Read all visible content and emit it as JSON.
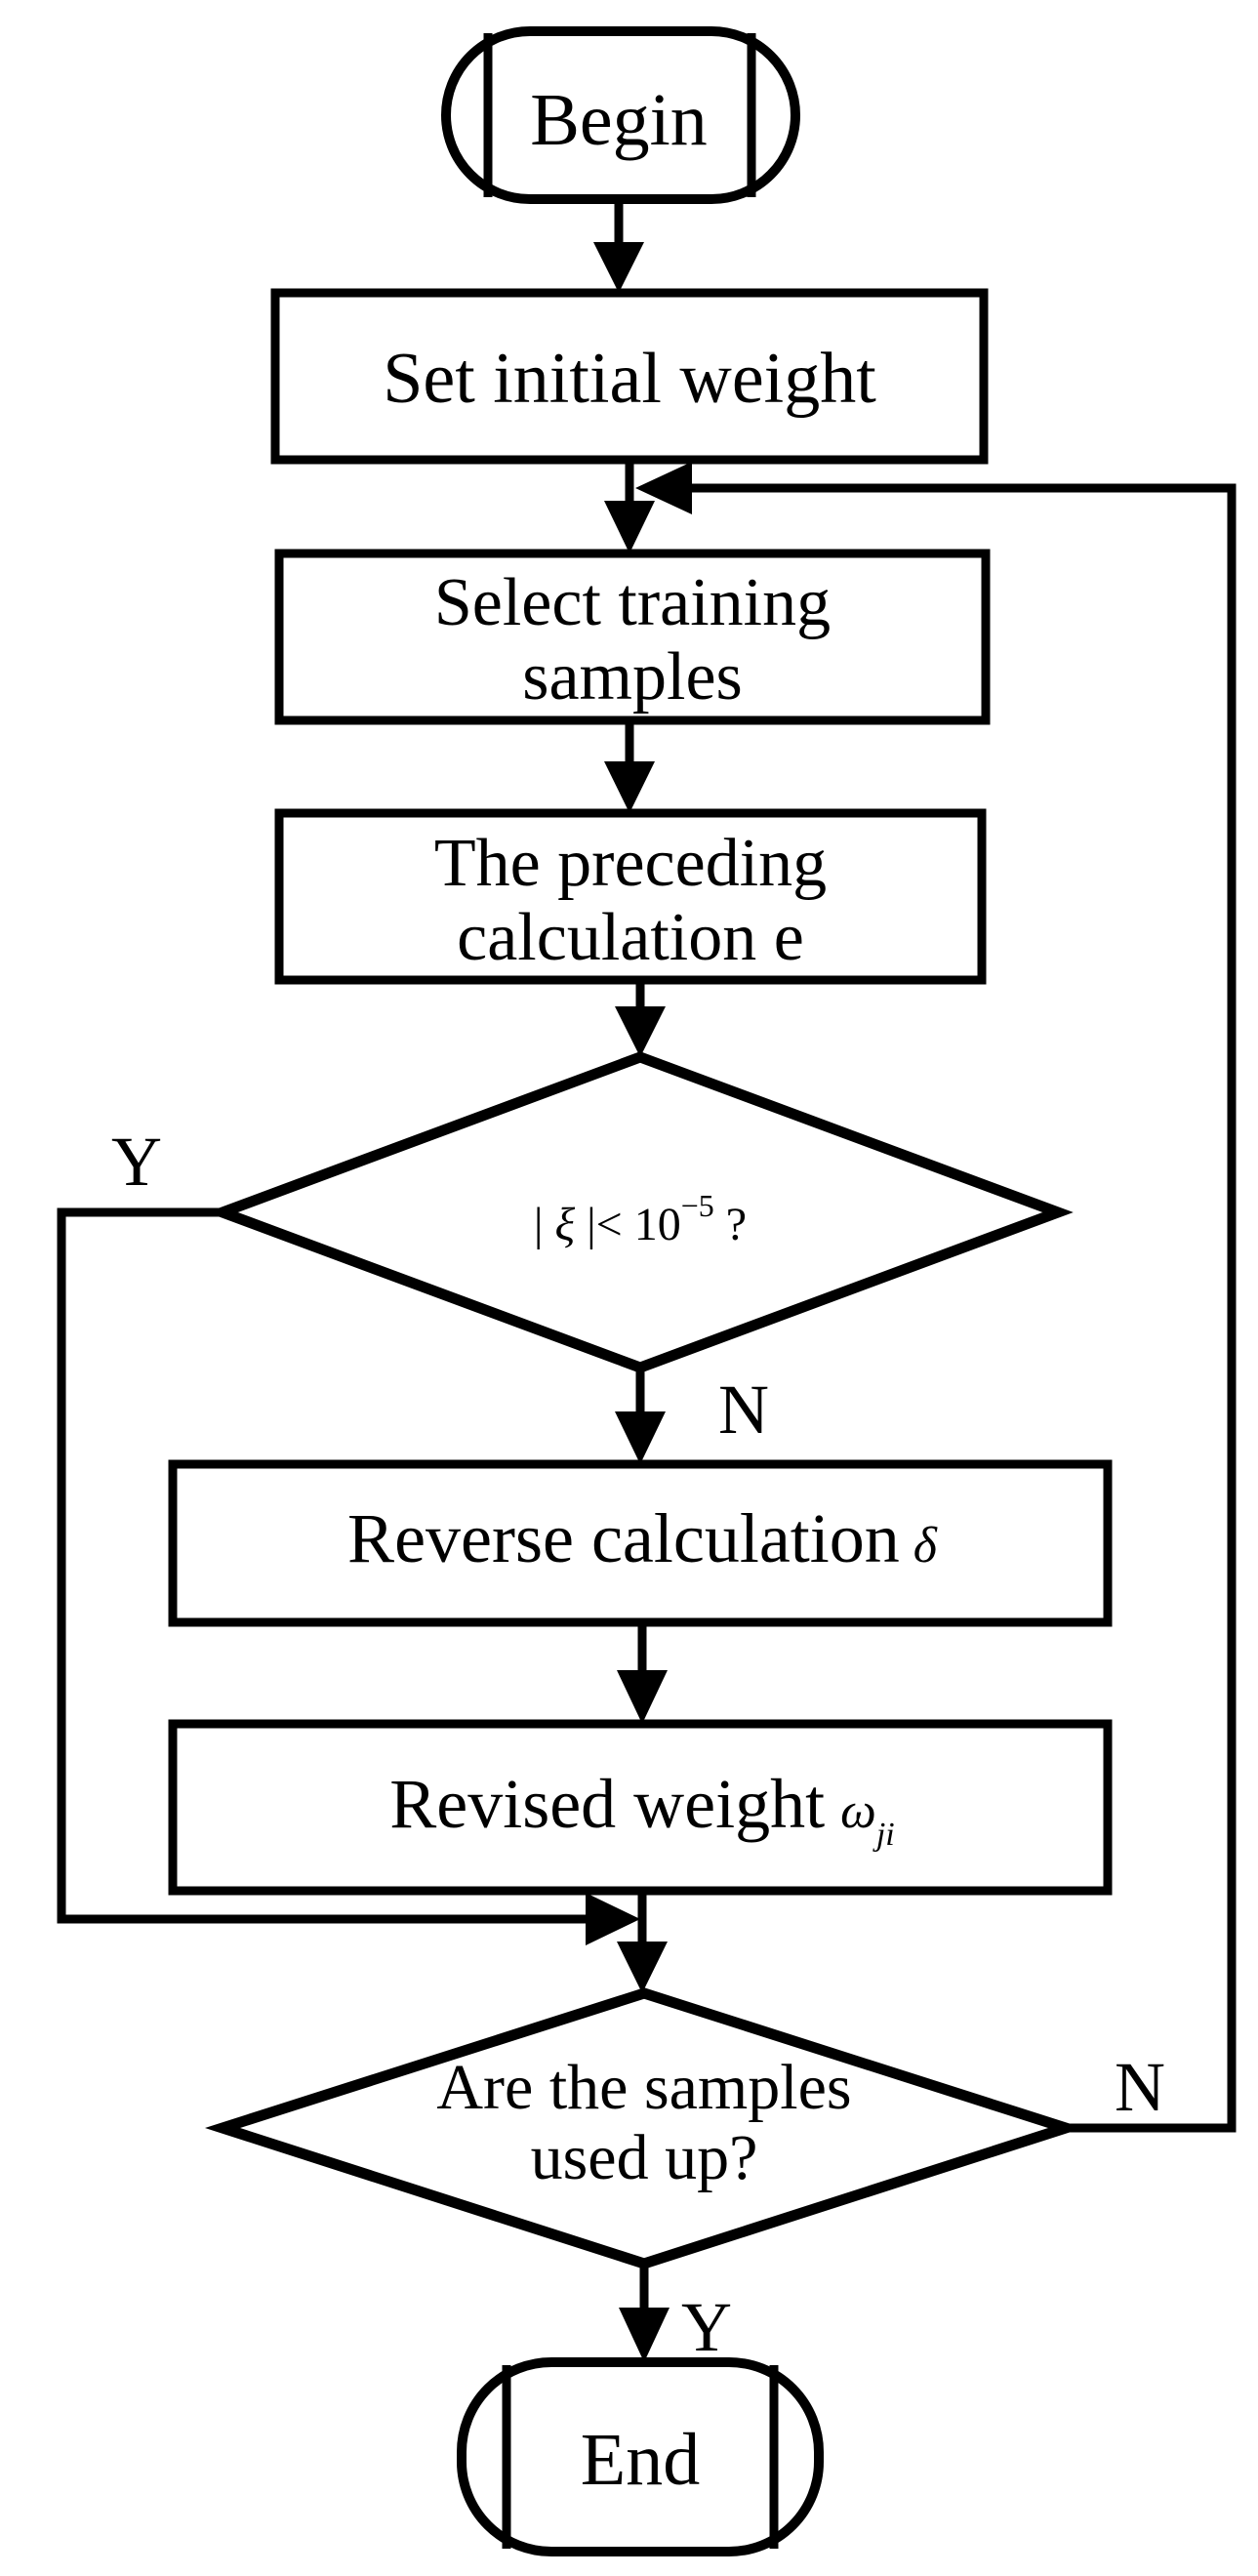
{
  "flowchart": {
    "nodes": {
      "begin": {
        "label": "Begin"
      },
      "set_initial_weight": {
        "label": "Set initial weight"
      },
      "select_training_samples": {
        "line1": "Select training",
        "line2": "samples"
      },
      "preceding_calculation": {
        "line1": "The preceding",
        "line2": "calculation e"
      },
      "error_check": {
        "prefix": "| ",
        "symbol": "ξ",
        "comparison": " |< 10",
        "superscript": "−5",
        "suffix": " ?"
      },
      "reverse_calculation": {
        "label": "Reverse calculation",
        "symbol": "δ"
      },
      "revised_weight": {
        "label": "Revised weight",
        "symbol": "ω",
        "subscript": "ji"
      },
      "samples_check": {
        "line1": "Are the samples",
        "line2": "used up?"
      },
      "end": {
        "label": "End"
      }
    },
    "branch_labels": {
      "error_yes": "Y",
      "error_no": "N",
      "samples_no": "N",
      "samples_yes": "Y"
    },
    "colors": {
      "stroke": "#000000",
      "background": "#ffffff"
    }
  }
}
